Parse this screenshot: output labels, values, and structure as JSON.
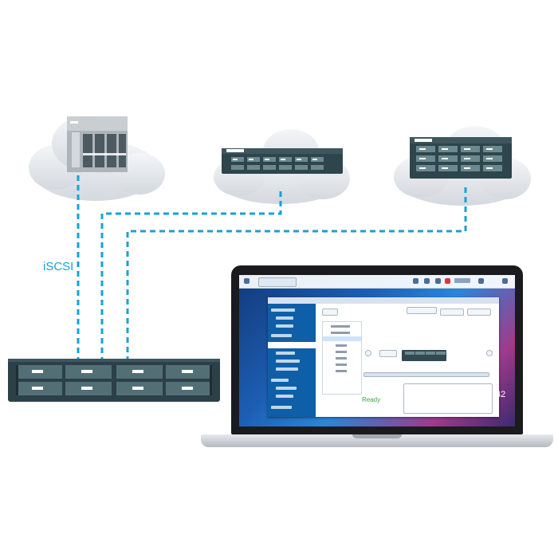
{
  "diagram": {
    "connection_label": "iSCSI"
  },
  "laptop_screen": {
    "status_text": "Ready",
    "clock_text": "42"
  },
  "colors": {
    "link": "#1aa0d8",
    "device_body": "#2c4048",
    "cloud": "#e2e6eb"
  }
}
